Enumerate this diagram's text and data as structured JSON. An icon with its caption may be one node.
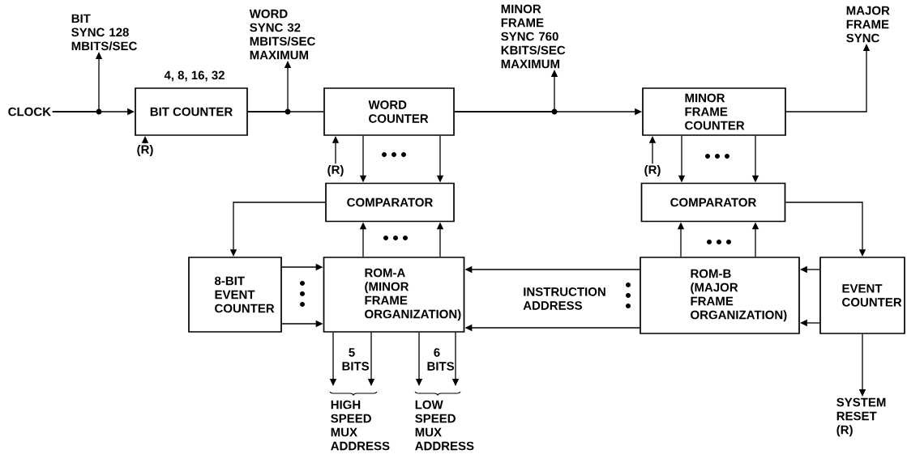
{
  "diagram": {
    "nodes": [
      {
        "text": [
          "BIT COUNTER"
        ],
        "beside": [
          "4, 8, 16, 32"
        ]
      },
      {
        "text": [
          "WORD COUNTER"
        ]
      },
      {
        "text": [
          "MINOR FRAME COUNTER"
        ]
      },
      {
        "text": [
          "COMPARATOR"
        ]
      },
      {
        "text": [
          "COMPARATOR"
        ]
      },
      {
        "text": [
          "8-BIT EVENT COUNTER"
        ]
      },
      {
        "text": [
          "ROM-A",
          "(MINOR FRAME ORGANIZATION)"
        ]
      },
      {
        "text": [
          "ROM-B",
          "(MAJOR FRAME ORGANIZATION)"
        ]
      },
      {
        "text": [
          "EVENT COUNTER"
        ]
      },
      {
        "text": [
          "CLOCK"
        ]
      },
      {
        "text": [
          "BIT SYNC 128 MBITS/SEC"
        ]
      },
      {
        "text": [
          "WORD SYNC 32 MBITS/SEC MAXIMUM"
        ]
      },
      {
        "text": [
          "MINOR FRAME SYNC 760 KBITS/SEC MAXIMUM"
        ]
      },
      {
        "text": [
          "MAJOR FRAME SYNC"
        ]
      },
      {
        "text": [
          "(R)"
        ]
      },
      {
        "text": [
          "(R)"
        ]
      },
      {
        "text": [
          "(R)"
        ]
      },
      {
        "text": [
          "HIGH SPEED MUX ADDRESS"
        ]
      },
      {
        "text": [
          "LOW SPEED MUX ADDRESS"
        ]
      },
      {
        "text": [
          "SYSTEM RESET (R)"
        ]
      }
    ],
    "edges": [
      {
        "from": 9,
        "to": 0,
        "arrow": "to"
      },
      {
        "from": 9,
        "to": 10,
        "arrow": "to"
      },
      {
        "from": 0,
        "to": 1,
        "arrow": "none"
      },
      {
        "from": 0,
        "to": 11,
        "arrow": "to"
      },
      {
        "from": 1,
        "to": 2,
        "arrow": "to"
      },
      {
        "from": 1,
        "to": 12,
        "arrow": "to"
      },
      {
        "from": 2,
        "to": 13,
        "arrow": "to"
      },
      {
        "from": 14,
        "to": 0,
        "arrow": "to"
      },
      {
        "from": 15,
        "to": 1,
        "arrow": "to"
      },
      {
        "from": 16,
        "to": 2,
        "arrow": "to"
      },
      {
        "from": 1,
        "to": 3,
        "arrow": "to"
      },
      {
        "from": 1,
        "to": 3,
        "arrow": "to"
      },
      {
        "from": 2,
        "to": 4,
        "arrow": "to"
      },
      {
        "from": 2,
        "to": 4,
        "arrow": "to"
      },
      {
        "from": 3,
        "to": 5,
        "arrow": "to"
      },
      {
        "from": 6,
        "to": 3,
        "arrow": "to"
      },
      {
        "from": 6,
        "to": 3,
        "arrow": "to"
      },
      {
        "from": 5,
        "to": 6,
        "arrow": "to"
      },
      {
        "from": 5,
        "to": 6,
        "arrow": "to"
      },
      {
        "from": 7,
        "to": 6,
        "arrow": "to",
        "label": "INSTRUCTION ADDRESS"
      },
      {
        "from": 7,
        "to": 6,
        "arrow": "to"
      },
      {
        "from": 7,
        "to": 4,
        "arrow": "to"
      },
      {
        "from": 7,
        "to": 4,
        "arrow": "to"
      },
      {
        "from": 4,
        "to": 8,
        "arrow": "to"
      },
      {
        "from": 8,
        "to": 7,
        "arrow": "to"
      },
      {
        "from": 8,
        "to": 7,
        "arrow": "to"
      },
      {
        "from": 8,
        "to": 19,
        "arrow": "to"
      },
      {
        "from": 6,
        "to": 17,
        "arrow": "to",
        "label": "5 BITS"
      },
      {
        "from": 6,
        "to": 17,
        "arrow": "to"
      },
      {
        "from": 6,
        "to": 18,
        "arrow": "to",
        "label": "6 BITS"
      },
      {
        "from": 6,
        "to": 18,
        "arrow": "to"
      }
    ]
  }
}
